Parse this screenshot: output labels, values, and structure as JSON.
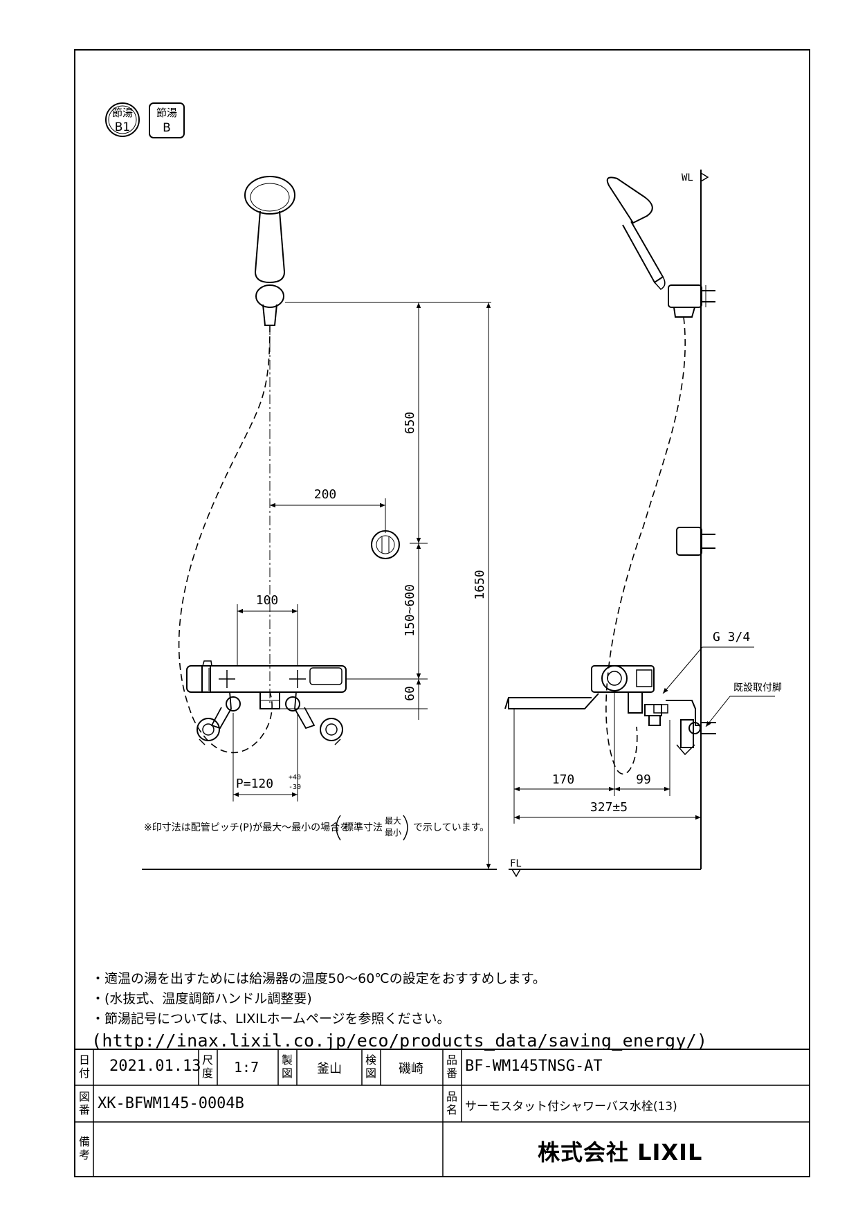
{
  "badges": [
    {
      "line1": "節湯",
      "line2": "B1"
    },
    {
      "line1": "節湯",
      "line2": "B"
    }
  ],
  "front_view": {
    "dim_650": "650",
    "dim_200": "200",
    "dim_1650": "1650",
    "dim_150_600": "150~600",
    "dim_100": "100",
    "dim_60": "60",
    "dim_pitch": "P=120",
    "dim_pitch_tol_plus": "+40",
    "dim_pitch_tol_minus": "-30"
  },
  "side_view": {
    "wl_label": "WL",
    "fl_label": "FL",
    "thread_label": "G 3/4",
    "fitting_label": "既設取付脚",
    "dim_170": "170",
    "dim_99": "99",
    "dim_327": "327±5"
  },
  "footnote": {
    "before": "※印寸法は配管ピッチ(P)が最大～最小の場合を",
    "std": "標準寸法",
    "max": "最大",
    "min": "最小",
    "after": "で示しています。"
  },
  "notes": {
    "line1": "・適温の湯を出すためには給湯器の温度50～60℃の設定をおすすめします。",
    "line2": "・(水抜式、温度調節ハンドル調整要)",
    "line3": "・節湯記号については、LIXILホームページを参照ください。",
    "url": "(http://inax.lixil.co.jp/eco/products_data/saving_energy/)"
  },
  "title_block": {
    "date_label_1": "日",
    "date_label_2": "付",
    "date": "2021.01.13",
    "scale_label_1": "尺",
    "scale_label_2": "度",
    "scale": "1:7",
    "drawn_label_1": "製",
    "drawn_label_2": "図",
    "drawn_by": "釜山",
    "checked_label_1": "検",
    "checked_label_2": "図",
    "checked_by": "磯崎",
    "part_no_label_1": "品",
    "part_no_label_2": "番",
    "part_no": "BF-WM145TNSG-AT",
    "drawing_no_label_1": "図",
    "drawing_no_label_2": "番",
    "drawing_no": "XK-BFWM145-0004B",
    "name_label_1": "品",
    "name_label_2": "名",
    "product_name": "サーモスタット付シャワーバス水栓(13)",
    "remarks_label_1": "備",
    "remarks_label_2": "考",
    "company": "株式会社 LIXIL"
  }
}
